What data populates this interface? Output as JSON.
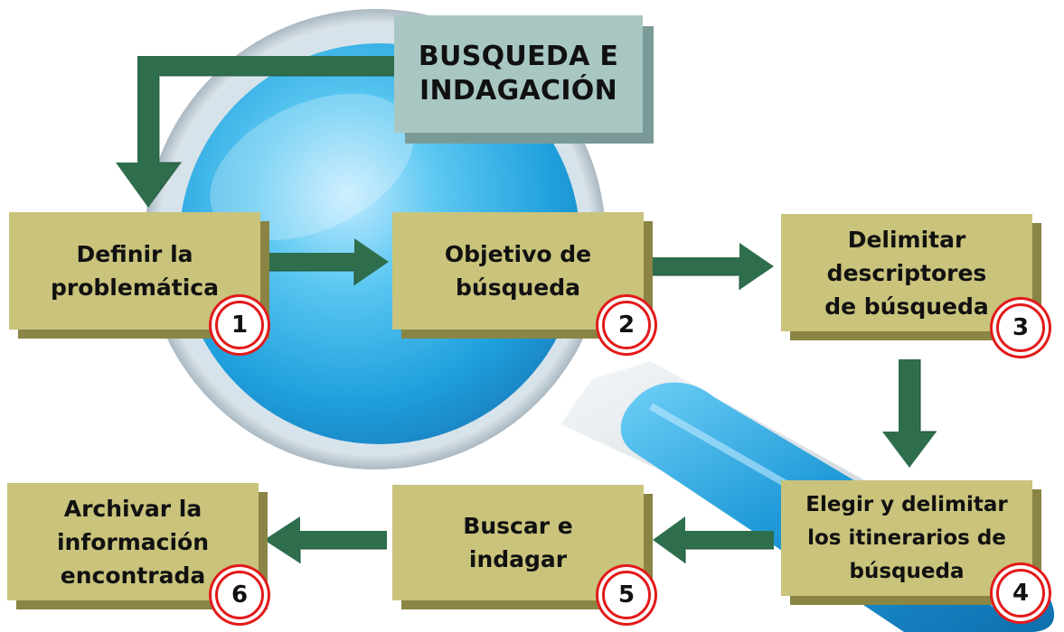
{
  "title": {
    "line1": "BUSQUEDA E",
    "line2": "INDAGACIÓN"
  },
  "steps": [
    {
      "number": "1",
      "lines": [
        "Definir la",
        "problemática"
      ]
    },
    {
      "number": "2",
      "lines": [
        "Objetivo de",
        "búsqueda"
      ]
    },
    {
      "number": "3",
      "lines": [
        "Delimitar",
        "descriptores",
        "de búsqueda"
      ]
    },
    {
      "number": "4",
      "lines": [
        "Elegir y delimitar",
        "los itinerarios de",
        "búsqueda"
      ]
    },
    {
      "number": "5",
      "lines": [
        "Buscar e",
        "indagar"
      ]
    },
    {
      "number": "6",
      "lines": [
        "Archivar la",
        "información",
        "encontrada"
      ]
    }
  ],
  "colors": {
    "step_box": "#c9c37c",
    "title_box": "#a8c7c3",
    "arrow": "#2e6e4c",
    "number_ring": "#e21a1a",
    "magnifier_lens": "#2fb4e8"
  },
  "decoration": "magnifying-glass"
}
